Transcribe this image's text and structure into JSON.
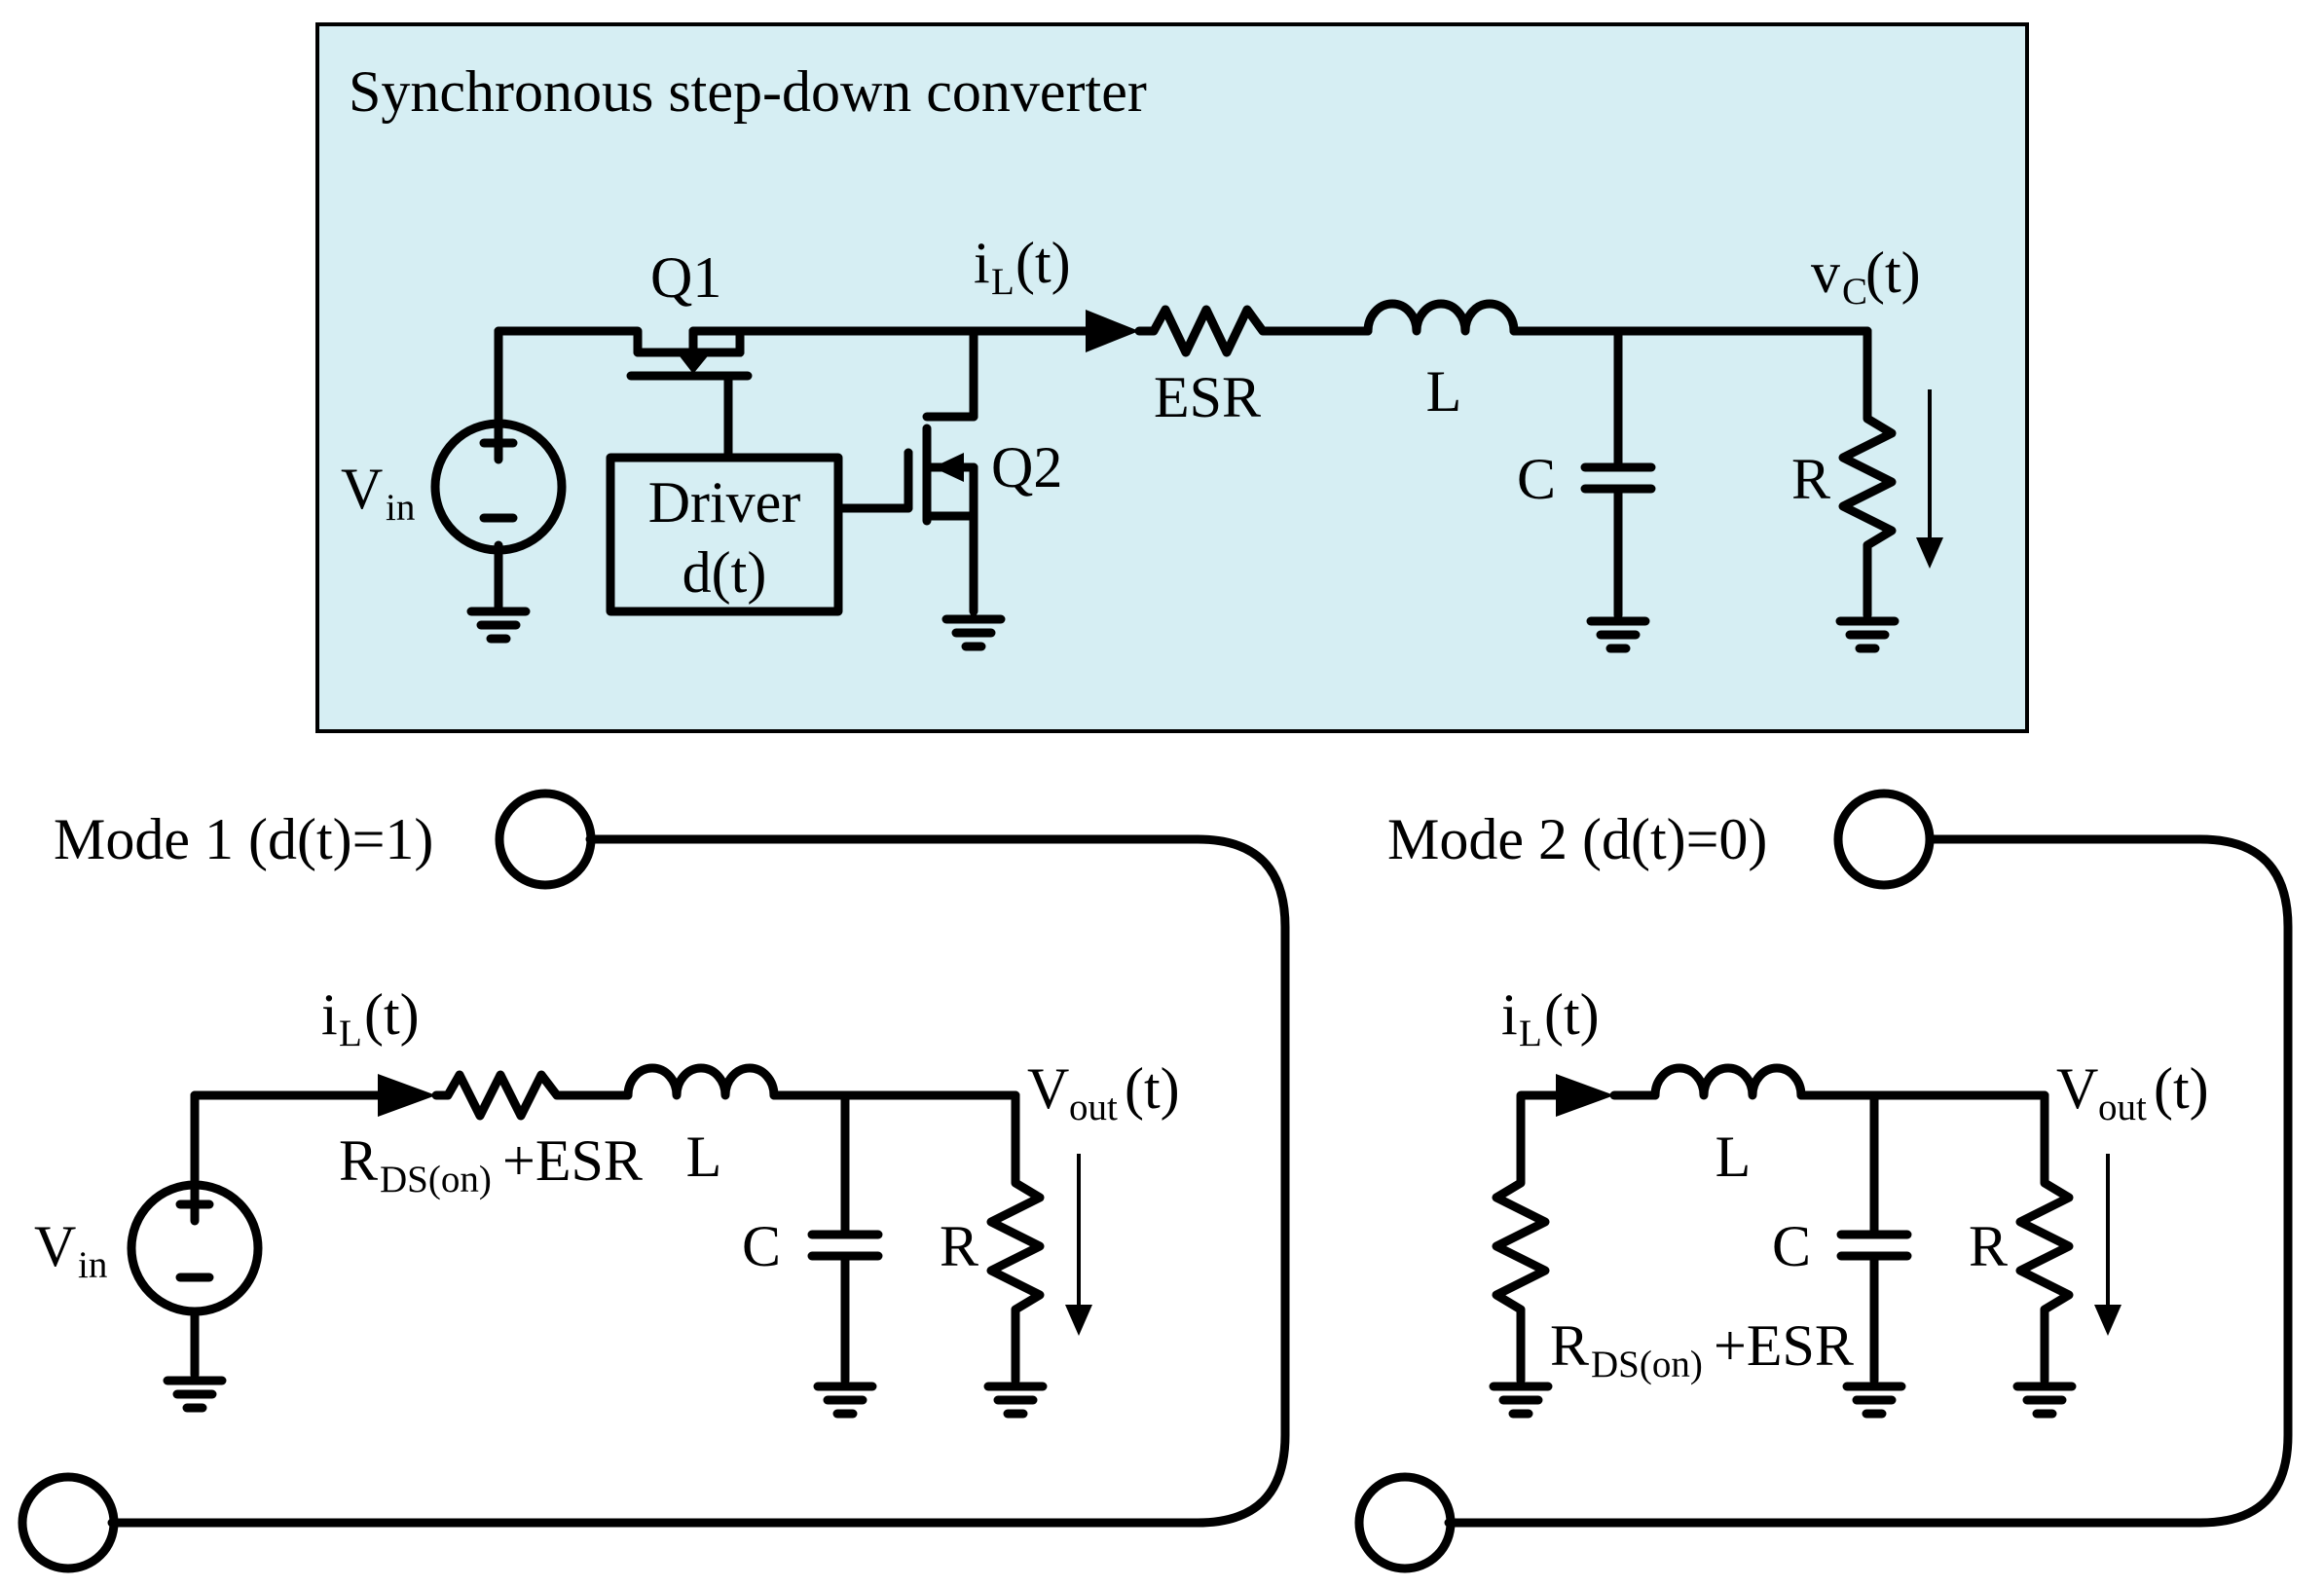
{
  "colors": {
    "panel_fill": "#d6eef3",
    "stroke": "#000000",
    "background": "#ffffff"
  },
  "top_panel": {
    "title": "Synchronous step-down converter",
    "vin_main": "V",
    "vin_sub": "in",
    "q1": "Q1",
    "q2": "Q2",
    "driver_line1": "Driver",
    "driver_line2": "d(t)",
    "il_main": "i",
    "il_sub": "L",
    "il_tail": "(t)",
    "esr": "ESR",
    "inductor": "L",
    "capacitor": "C",
    "resistor": "R",
    "vc_main": "v",
    "vc_sub": "C",
    "vc_tail": "(t)"
  },
  "mode1": {
    "title": "Mode 1 (d(t)=1)",
    "il_main": "i",
    "il_sub": "L",
    "il_tail": "(t)",
    "vin_main": "V",
    "vin_sub": "in",
    "r_main": "R",
    "r_sub": "DS(on)",
    "r_tail": "+ESR",
    "inductor": "L",
    "capacitor": "C",
    "resistor": "R",
    "vout_main": "V",
    "vout_sub": "out",
    "vout_tail": "(t)"
  },
  "mode2": {
    "title": "Mode 2 (d(t)=0)",
    "il_main": "i",
    "il_sub": "L",
    "il_tail": "(t)",
    "r_main": "R",
    "r_sub": "DS(on)",
    "r_tail": "+ESR",
    "inductor": "L",
    "capacitor": "C",
    "resistor": "R",
    "vout_main": "V",
    "vout_sub": "out",
    "vout_tail": "(t)"
  },
  "icons": [
    "voltage-source-icon",
    "mosfet-icon",
    "resistor-icon",
    "inductor-icon",
    "capacitor-icon",
    "ground-icon",
    "current-arrow-icon",
    "voltage-arrow-icon",
    "terminal-circle-icon"
  ]
}
